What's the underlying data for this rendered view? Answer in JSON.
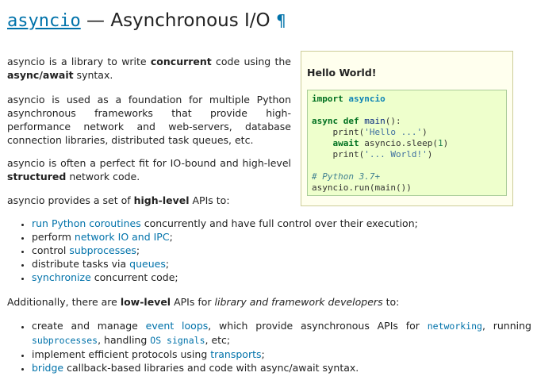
{
  "page": {
    "title_code": "asyncio",
    "title_rest": " — Asynchronous I/O",
    "pilcrow": "¶"
  },
  "intro": {
    "p1_a": "asyncio is a library to write ",
    "p1_b": "concurrent",
    "p1_c": " code using the ",
    "p1_d": "async/await",
    "p1_e": " syntax.",
    "p2": "asyncio is used as a foundation for multiple Python asynchronous frameworks that provide high-performance network and web-servers, database connection libraries, distributed task queues, etc.",
    "p3_a": "asyncio is often a perfect fit for IO-bound and high-level ",
    "p3_b": "structured",
    "p3_c": " network code.",
    "p4_a": "asyncio provides a set of ",
    "p4_b": "high-level",
    "p4_c": " APIs to:"
  },
  "sidebar": {
    "title": "Hello World!",
    "code": {
      "l1_kw": "import",
      "l1_mod": "asyncio",
      "l3_kw1": "async",
      "l3_kw2": "def",
      "l3_fn": "main",
      "l3_rest": "():",
      "l4_pre": "    print(",
      "l4_str": "'Hello ...'",
      "l4_post": ")",
      "l5_pre": "    ",
      "l5_kw": "await",
      "l5_mid": " asyncio.sleep(",
      "l5_num": "1",
      "l5_post": ")",
      "l6_pre": "    print(",
      "l6_str": "'... World!'",
      "l6_post": ")",
      "l8_cm": "# Python 3.7+",
      "l9": "asyncio.run(main())"
    }
  },
  "high_level": [
    {
      "link": "run Python coroutines",
      "text": " concurrently and have full control over their execution;"
    },
    {
      "pre": "perform ",
      "link": "network IO and IPC",
      "text": ";"
    },
    {
      "pre": "control ",
      "link": "subprocesses",
      "text": ";"
    },
    {
      "pre": "distribute tasks via ",
      "link": "queues",
      "text": ";"
    },
    {
      "link": "synchronize",
      "text": " concurrent code;"
    }
  ],
  "low_intro": {
    "a": "Additionally, there are ",
    "b": "low-level",
    "c": " APIs for ",
    "d": "library and framework developers",
    "e": " to:"
  },
  "low_level": {
    "item1_a": "create and manage ",
    "item1_link1": "event loops",
    "item1_b": ", which provide asynchronous APIs for ",
    "item1_link2": "networking",
    "item1_c": ", running ",
    "item1_link3": "subprocesses",
    "item1_d": ", handling ",
    "item1_link4": "OS signals",
    "item1_e": ", etc;",
    "item2_a": "implement efficient protocols using ",
    "item2_link": "transports",
    "item2_b": ";",
    "item3_link": "bridge",
    "item3_b": " callback-based libraries and code with async/await syntax."
  }
}
